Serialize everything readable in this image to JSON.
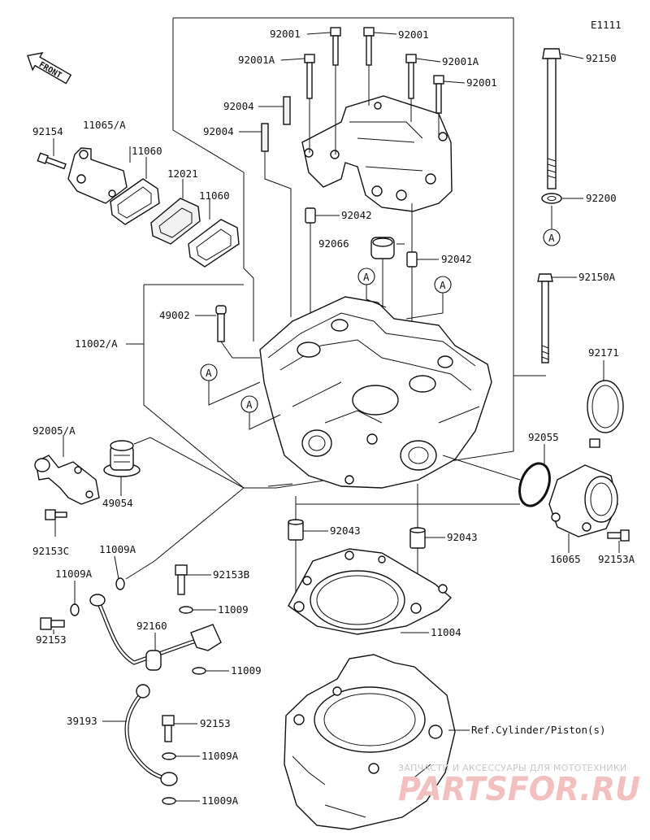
{
  "diagram": {
    "code": "E1111",
    "front_label": "FRONT",
    "callouts": {
      "c92001_a": "92001",
      "c92001_b": "92001",
      "c92001a_a": "92001A",
      "c92001a_b": "92001A",
      "c92001_c": "92001",
      "c92150": "92150",
      "c92004_a": "92004",
      "c92004_b": "92004",
      "c92154": "92154",
      "c11065a": "11065/A",
      "c11060_a": "11060",
      "c12021": "12021",
      "c11060_b": "11060",
      "c92042_a": "92042",
      "c92066": "92066",
      "c92042_b": "92042",
      "c92200": "92200",
      "c92150a": "92150A",
      "c49002": "49002",
      "c11002a": "11002/A",
      "c92171": "92171",
      "c92005a": "92005/A",
      "c49054": "49054",
      "c92055": "92055",
      "c92153c": "92153C",
      "c92043_a": "92043",
      "c92043_b": "92043",
      "c11009a_top": "11009A",
      "c16065": "16065",
      "c92153a": "92153A",
      "c92153b": "92153B",
      "c11009a_left": "11009A",
      "c11009_a": "11009",
      "c92153": "92153",
      "c92160": "92160",
      "c11004": "11004",
      "c11009_b": "11009",
      "c39193": "39193",
      "c92153_b": "92153",
      "c11009a_b": "11009A",
      "c11009a_c": "11009A",
      "ref_cylinder": "Ref.Cylinder/Piston(s)"
    },
    "ref_markers": [
      "A",
      "A",
      "A",
      "A",
      "A"
    ],
    "watermark": {
      "tagline": "ЗАПЧАСТИ И АКСЕССУАРЫ ДЛЯ МОТОТЕХНИКИ",
      "brand": "PARTSFOR.RU"
    }
  }
}
